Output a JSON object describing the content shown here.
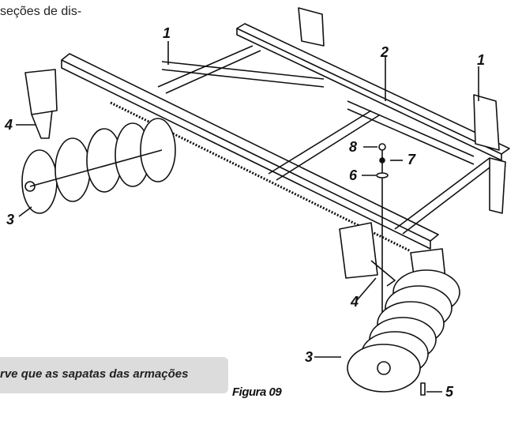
{
  "page_text": "seções de dis-",
  "callouts": {
    "frame_left": "1",
    "frame_right": "1",
    "frame_center": "2",
    "disc_left": "3",
    "disc_bottom": "3",
    "shoe_left": "4",
    "shoe_bottom": "4",
    "bolt": "5",
    "washer": "6",
    "lockwasher": "7",
    "nut": "8"
  },
  "note": "rve que as sapatas das armações",
  "figure_caption": "Figura 09",
  "colors": {
    "note_bg": "#dcdcdc",
    "line": "#111111"
  }
}
